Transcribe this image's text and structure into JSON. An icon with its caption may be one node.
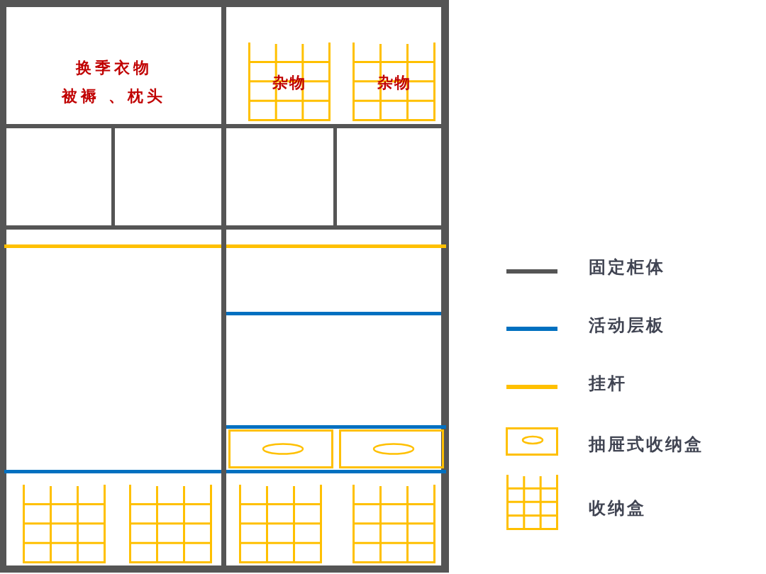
{
  "diagram": {
    "nodes": [
      {
        "text": [
          "换季衣物",
          "被褥 、枕头"
        ]
      },
      {
        "text": [
          "杂物"
        ]
      },
      {
        "text": [
          "杂物"
        ]
      },
      {
        "text": [],
        "shape": "box"
      },
      {
        "text": [],
        "shape": "box"
      },
      {
        "text": [],
        "shape": "box"
      },
      {
        "text": [],
        "shape": "box"
      }
    ],
    "legend": [
      {
        "text": "固定柜体"
      },
      {
        "text": "活动层板"
      },
      {
        "text": "挂杆"
      },
      {
        "text": "抽屉式收纳盒"
      },
      {
        "text": "收纳盒"
      }
    ]
  }
}
